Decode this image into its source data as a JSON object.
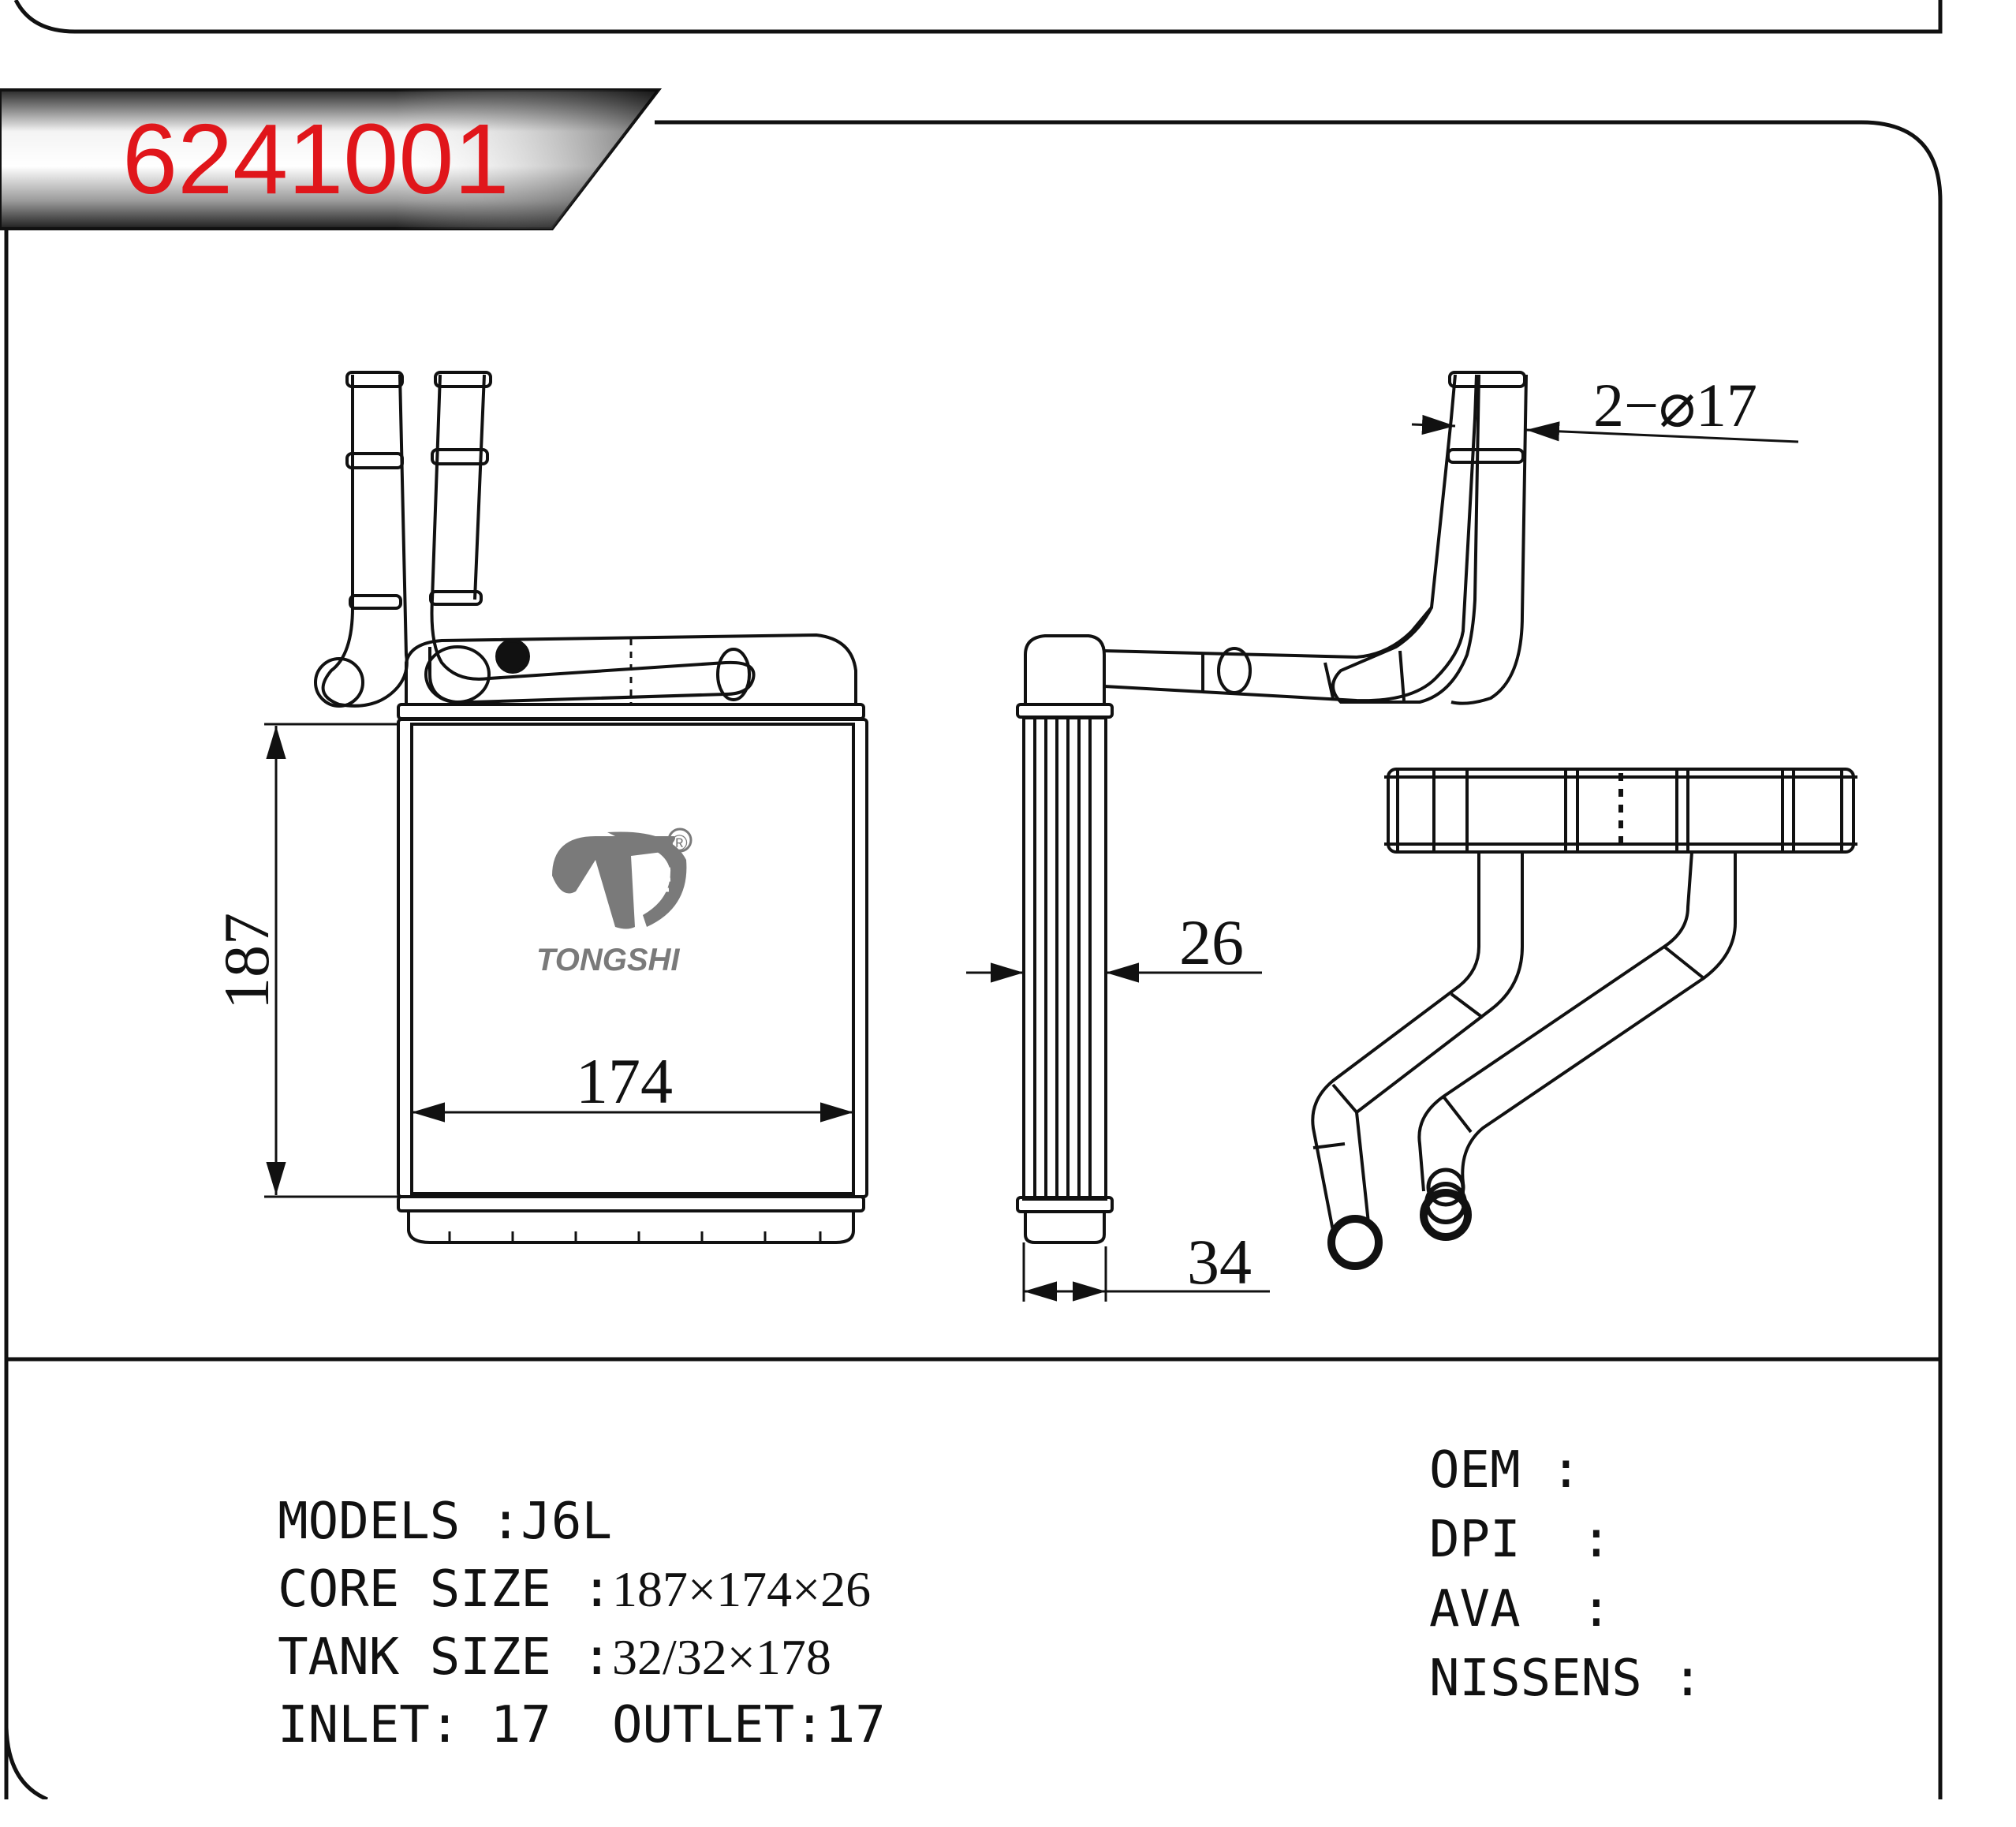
{
  "header": {
    "part_number": "6241001",
    "part_number_color": "#e0161b"
  },
  "drawing": {
    "logo_brand": "TONGSHI",
    "logo_registered": "®",
    "dim_height": "187",
    "dim_width": "174",
    "dim_core_thickness": "26",
    "dim_total_thickness": "34",
    "dim_pipe": "2−⌀17"
  },
  "specs": {
    "models_label": "MODELS",
    "models_value": "J6L",
    "core_size_label": "CORE SIZE",
    "core_size_value": "187×174×26",
    "tank_size_label": "TANK SIZE",
    "tank_size_value": "32/32×178",
    "inlet_label": "INLET:",
    "inlet_value": "17",
    "outlet_label": "OUTLET:",
    "outlet_value": "17"
  },
  "references": {
    "oem_label": "OEM",
    "dpi_label": "DPI",
    "ava_label": "AVA",
    "nissens_label": "NISSENS"
  },
  "icons": [
    "logo-icon",
    "registered-mark-icon"
  ]
}
